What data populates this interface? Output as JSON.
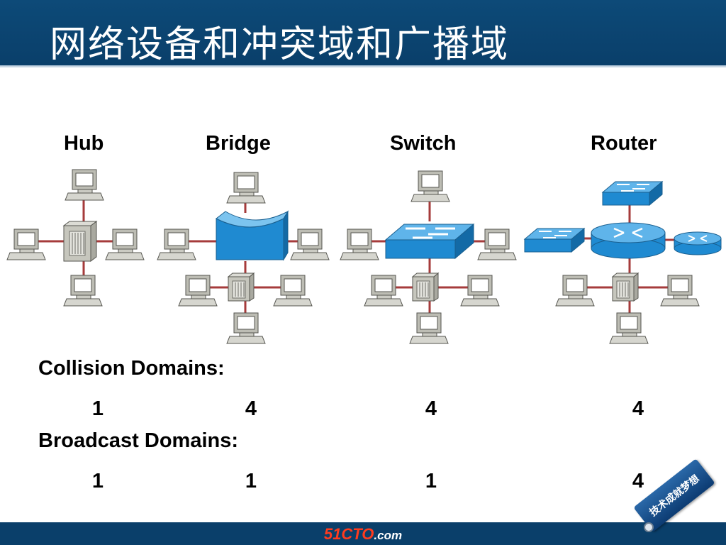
{
  "title": "网络设备和冲突域和广播域",
  "devices": [
    {
      "label": "Hub",
      "collision_domains": "1",
      "broadcast_domains": "1"
    },
    {
      "label": "Bridge",
      "collision_domains": "4",
      "broadcast_domains": "1"
    },
    {
      "label": "Switch",
      "collision_domains": "4",
      "broadcast_domains": "1"
    },
    {
      "label": "Router",
      "collision_domains": "4",
      "broadcast_domains": "4"
    }
  ],
  "collision_label": "Collision Domains:",
  "broadcast_label": "Broadcast Domains:",
  "footer": {
    "brand_main": "51CTO",
    "brand_suffix": ".com"
  },
  "tag_text": "技术成就梦想",
  "colors": {
    "title_bar": "#0a3f6a",
    "link": "#a63b3b",
    "device_blue": "#1f8ad1",
    "device_gray": "#c6c6bd"
  }
}
